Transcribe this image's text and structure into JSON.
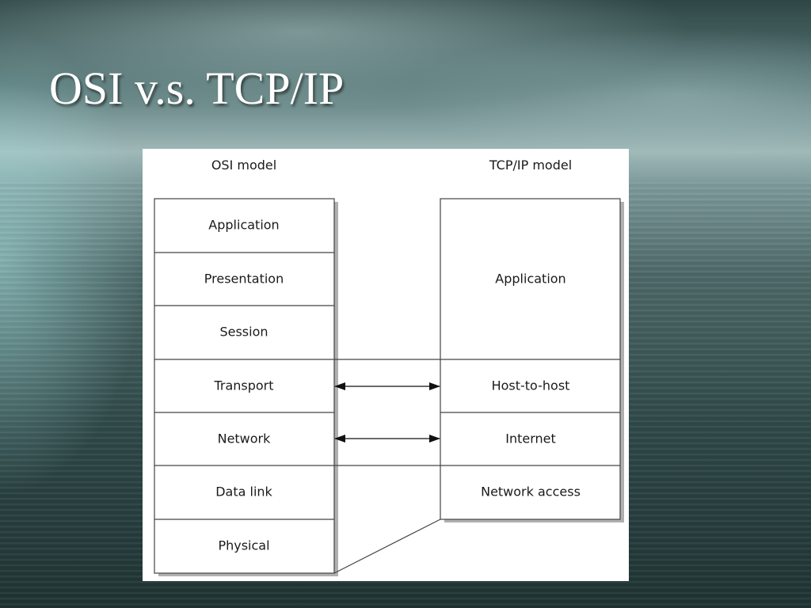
{
  "slide": {
    "title": "OSI v.s. TCP/IP"
  },
  "diagram": {
    "osi_header": "OSI model",
    "tcpip_header": "TCP/IP model",
    "osi_layers": [
      "Application",
      "Presentation",
      "Session",
      "Transport",
      "Network",
      "Data link",
      "Physical"
    ],
    "tcpip_layers": [
      "Application",
      "Host-to-host",
      "Internet",
      "Network access"
    ],
    "arrows": [
      "Transport to Host-to-host",
      "Network to Internet"
    ]
  }
}
